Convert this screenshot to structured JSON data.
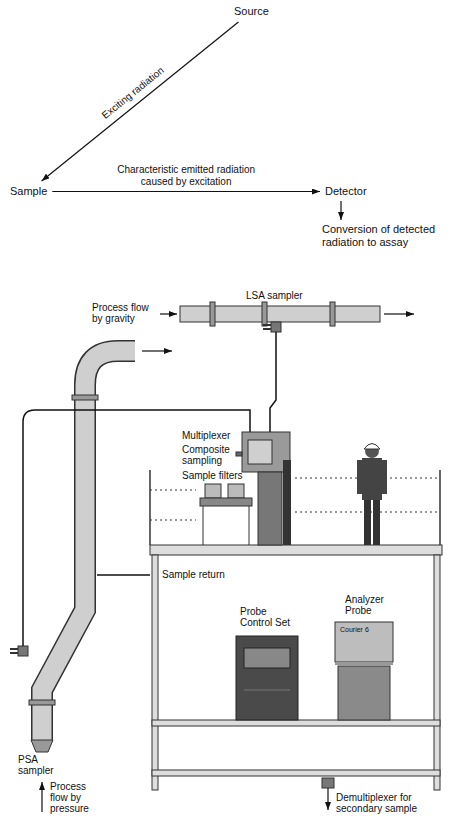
{
  "diagram": {
    "nodes": [
      {
        "text": [
          "Source"
        ]
      },
      {
        "text": [
          "Sample"
        ]
      },
      {
        "text": [
          "Detector"
        ]
      },
      {
        "text": [
          "Conversion of detected radiation to assay"
        ]
      }
    ],
    "edges": [
      {
        "from": 0,
        "to": 1,
        "arrow": "to",
        "label": "Exciting radiation"
      },
      {
        "from": 1,
        "to": 2,
        "arrow": "to",
        "label": "Characteristic emitted radiation caused by excitation"
      },
      {
        "from": 2,
        "to": 3,
        "arrow": "to"
      }
    ],
    "labels": [
      "Process flow by gravity",
      "LSA sampler",
      "Multiplexer",
      "Composite sampling",
      "Sample filters",
      "Sample return",
      "Probe Control Set",
      "Analyzer Probe",
      "Courier 6",
      "PSA sampler",
      "Process flow by pressure",
      "Demultiplexer for secondary sample"
    ]
  }
}
